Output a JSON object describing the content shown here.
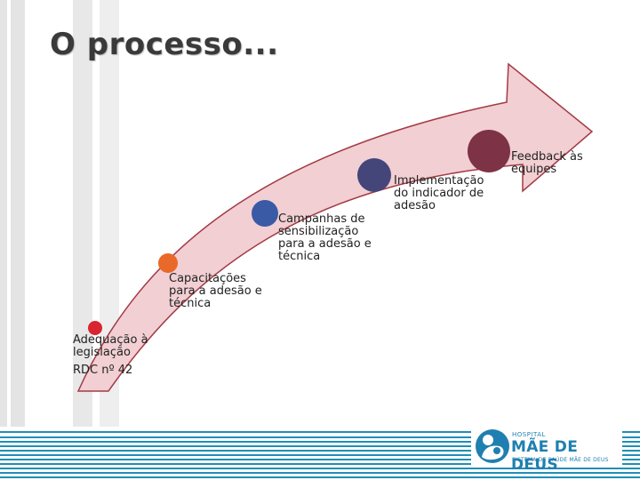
{
  "title": "O processo...",
  "steps": [
    {
      "lines": [
        "Adequação à",
        "legislação",
        "RDC nº 42"
      ],
      "color": "#d9252f"
    },
    {
      "lines": [
        "Capacitações",
        "para a adesão e",
        "técnica"
      ],
      "color": "#e8692a"
    },
    {
      "lines": [
        "Campanhas de",
        "sensibilização",
        "para a adesão e",
        "técnica"
      ],
      "color": "#3b5aa6"
    },
    {
      "lines": [
        "Implementação",
        "do indicador de",
        "adesão"
      ],
      "color": "#44467a"
    },
    {
      "lines": [
        "Feedback às",
        "equipes"
      ],
      "color": "#7d3245"
    }
  ],
  "arrow": {
    "fill": "#f1cfd2",
    "stroke": "#a33a45"
  },
  "logo": {
    "small": "HOSPITAL",
    "name": "MÃE DE DEUS",
    "tagline": "SISTEMA DE SAÚDE MÃE DE DEUS",
    "color": "#1f7fb0"
  }
}
